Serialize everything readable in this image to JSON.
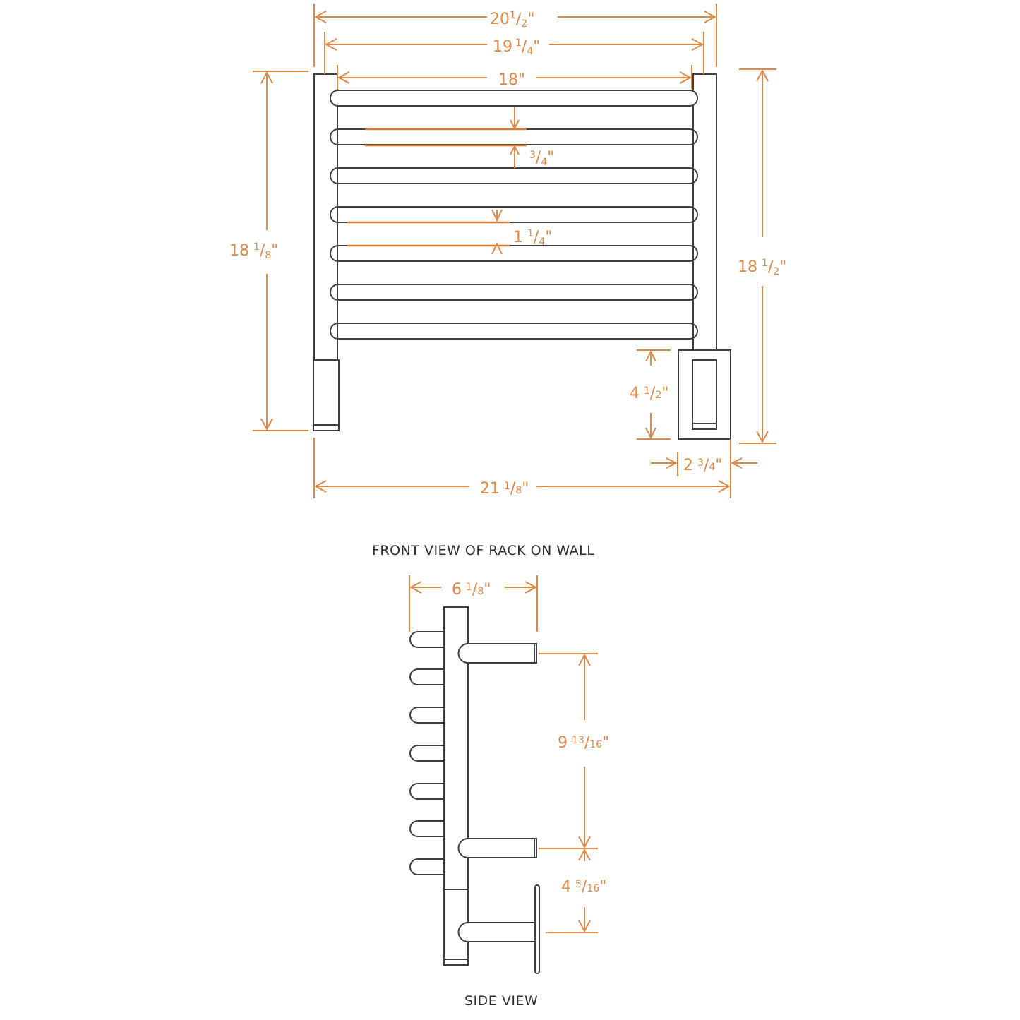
{
  "front_view": {
    "caption": "FRONT VIEW OF RACK ON WALL",
    "bar_count": 7,
    "dimensions": {
      "overall_width_top": {
        "whole": "20",
        "num": "1",
        "den": "2",
        "label": "20 1/2\""
      },
      "outer_post_width": {
        "whole": "19",
        "num": "1",
        "den": "4",
        "label": "19 1/4\""
      },
      "inner_width": {
        "whole": "18",
        "num": "",
        "den": "",
        "label": "18\""
      },
      "bar_thickness": {
        "whole": "",
        "num": "3",
        "den": "4",
        "label": "3/4\""
      },
      "bar_spacing": {
        "whole": "1",
        "num": "1",
        "den": "4",
        "label": "1 1/4\""
      },
      "left_height": {
        "whole": "18",
        "num": "1",
        "den": "8",
        "label": "18 1/8\""
      },
      "right_height": {
        "whole": "18",
        "num": "1",
        "den": "2",
        "label": "18 1/2\""
      },
      "box_height": {
        "whole": "4",
        "num": "1",
        "den": "2",
        "label": "4 1/2\""
      },
      "box_width": {
        "whole": "2",
        "num": "3",
        "den": "4",
        "label": "2 3/4\""
      },
      "overall_width_bottom": {
        "whole": "21",
        "num": "1",
        "den": "8",
        "label": "21 1/8\""
      }
    }
  },
  "side_view": {
    "caption": "SIDE VIEW",
    "dimensions": {
      "depth": {
        "whole": "6",
        "num": "1",
        "den": "8",
        "label": "6 1/8\""
      },
      "bracket_spacing": {
        "whole": "9",
        "num": "13",
        "den": "16",
        "label": "9 13/16\""
      },
      "lower_spacing": {
        "whole": "4",
        "num": "5",
        "den": "16",
        "label": "4 5/16\""
      }
    }
  },
  "colors": {
    "dimension": "#e08a4a",
    "outline": "#3f3f3f",
    "caption": "#2d2d2d"
  }
}
